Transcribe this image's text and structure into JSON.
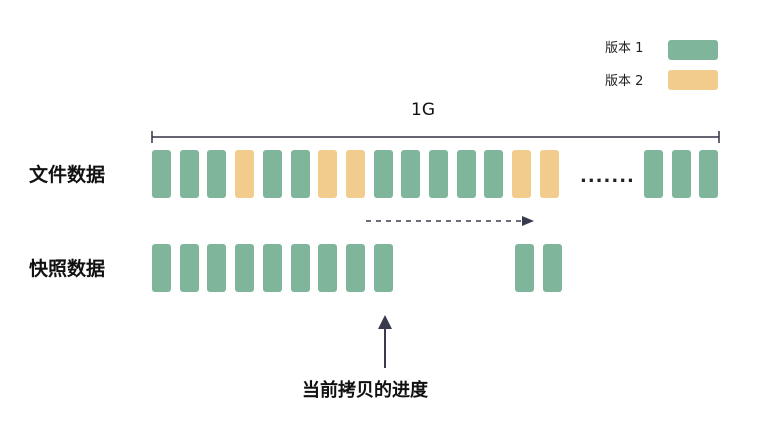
{
  "colors": {
    "version1": "#7fb59a",
    "version2": "#f2cc8c",
    "line": "#333344",
    "arrow": "#3a3a4e"
  },
  "legend": [
    {
      "label": "版本 1",
      "color_key": "version1"
    },
    {
      "label": "版本 2",
      "color_key": "version2"
    }
  ],
  "size_label": "1G",
  "rows": {
    "file": {
      "label": "文件数据",
      "blocks": [
        "version1",
        "version1",
        "version1",
        "version2",
        "version1",
        "version1",
        "version2",
        "version2",
        "version1",
        "version1",
        "version1",
        "version1",
        "version1",
        "version2",
        "version2"
      ],
      "ellipsis": ".......",
      "tail_blocks": [
        "version1",
        "version1",
        "version1"
      ]
    },
    "snapshot": {
      "label": "快照数据",
      "blocks": [
        "version1",
        "version1",
        "version1",
        "version1",
        "version1",
        "version1",
        "version1",
        "version1",
        "version1"
      ],
      "tail_blocks": [
        "version1",
        "version1"
      ]
    }
  },
  "progress_label": "当前拷贝的进度"
}
